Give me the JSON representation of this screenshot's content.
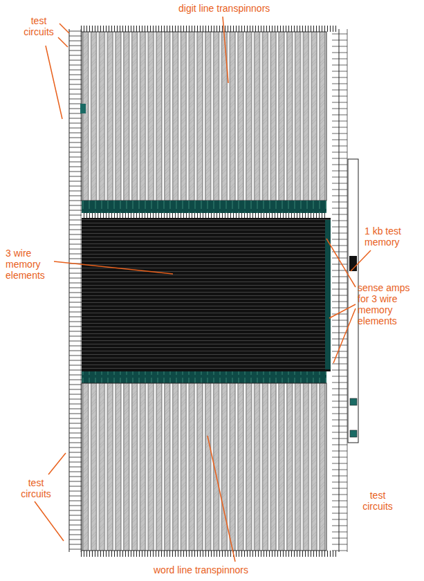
{
  "diagram": {
    "labels": [
      "digit line transpinnors",
      "test circuits",
      "3 wire memory elements",
      "1 kb test memory",
      "sense amps for 3 wire memory elements",
      "test circuits",
      "test circuits",
      "word line transpinnors"
    ]
  }
}
